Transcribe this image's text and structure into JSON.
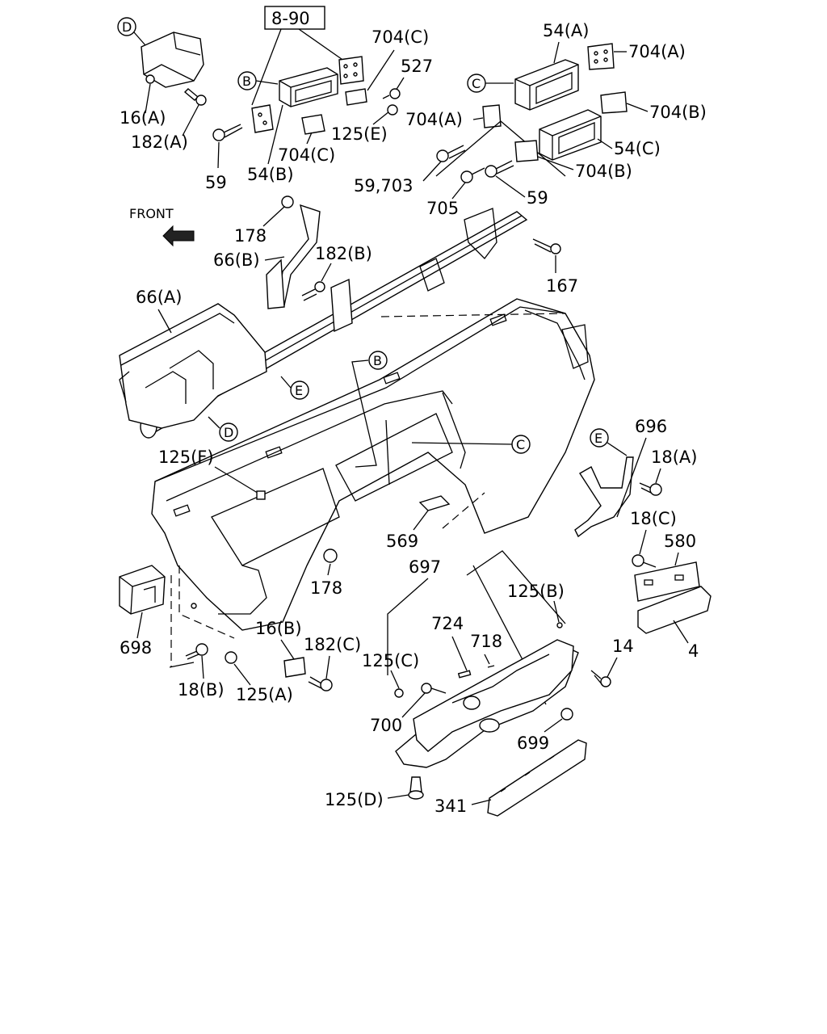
{
  "ref_box": "8-90",
  "front_label": "FRONT",
  "callouts": {
    "D": "D",
    "B": "B",
    "C": "C",
    "E": "E"
  },
  "labels": {
    "p704C_top": "704(C)",
    "p527": "527",
    "p54A": "54(A)",
    "p704A_tr": "704(A)",
    "p704B_r": "704(B)",
    "p704A_mid": "704(A)",
    "p125E": "125(E)",
    "p16A": "16(A)",
    "p182A": "182(A)",
    "p704C_b": "704(C)",
    "p54C": "54(C)",
    "p704B_b": "704(B)",
    "p59_l": "59",
    "p54B": "54(B)",
    "p59_703": "59,703",
    "p59_r": "59",
    "p705": "705",
    "p178_t": "178",
    "p66B": "66(B)",
    "p182B": "182(B)",
    "p167": "167",
    "p66A": "66(A)",
    "p696": "696",
    "p18A": "18(A)",
    "p125F": "125(F)",
    "p18C": "18(C)",
    "p580": "580",
    "p569": "569",
    "p697": "697",
    "p125B": "125(B)",
    "p178_b": "178",
    "p724": "724",
    "p718": "718",
    "p14": "14",
    "p16B": "16(B)",
    "p182C": "182(C)",
    "p4": "4",
    "p698": "698",
    "p125C": "125(C)",
    "p18B": "18(B)",
    "p125A": "125(A)",
    "p700": "700",
    "p699": "699",
    "p125D": "125(D)",
    "p341": "341"
  }
}
